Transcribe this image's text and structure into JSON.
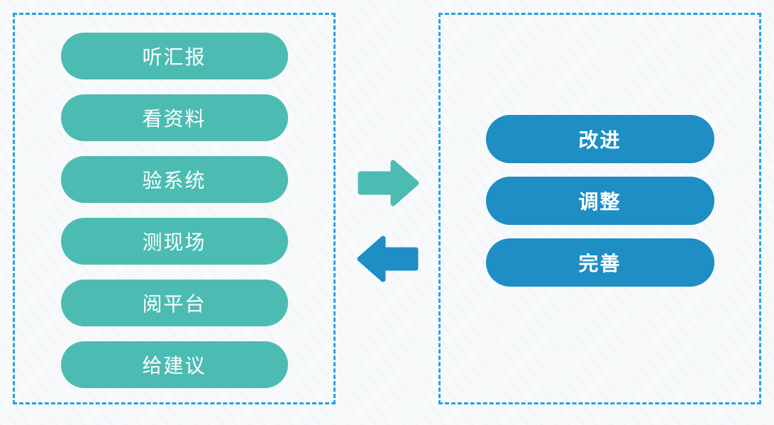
{
  "diagram": {
    "title": "inspection-feedback-loop",
    "colors": {
      "teal_pill": "#4cbcb3",
      "blue_pill": "#1f8ec5",
      "dashed_border": "#25a3e4",
      "pill_text": "#ffffff",
      "background": "#f7f9fa"
    },
    "left_panel": {
      "items": [
        {
          "label": "听汇报"
        },
        {
          "label": "看资料"
        },
        {
          "label": "验系统"
        },
        {
          "label": "测现场"
        },
        {
          "label": "阅平台"
        },
        {
          "label": "给建议"
        }
      ]
    },
    "right_panel": {
      "items": [
        {
          "label": "改进"
        },
        {
          "label": "调整"
        },
        {
          "label": "完善"
        }
      ]
    },
    "arrows": {
      "forward": {
        "direction": "right",
        "color": "#4cbcb3"
      },
      "backward": {
        "direction": "left",
        "color": "#1f8ec5"
      }
    }
  }
}
